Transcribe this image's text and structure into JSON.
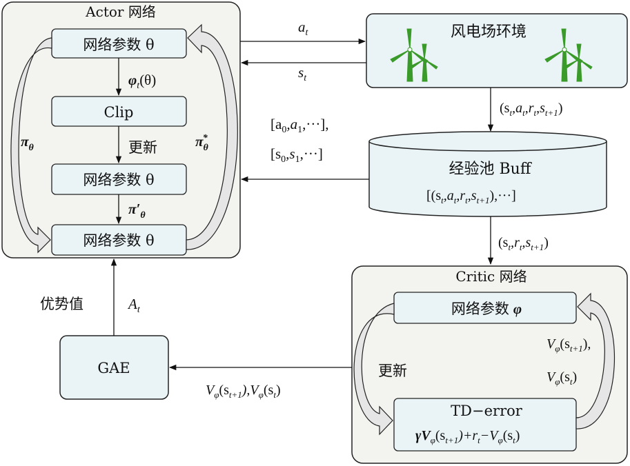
{
  "actor": {
    "title": "Actor 网络",
    "param_top": "网络参数 θ",
    "clip": "Clip",
    "param_mid": "网络参数 θ",
    "param_bottom": "网络参数 θ",
    "label_phi": "φ",
    "label_phi_sub": "t",
    "label_phi_arg": "(θ)",
    "label_update": "更新",
    "label_pi_prime": "π′",
    "label_pi_prime_sub": "θ",
    "label_pi_theta": "π",
    "label_pi_theta_sub": "θ",
    "label_pi_star": "π",
    "label_pi_star_sub": "θ",
    "label_pi_star_sup": "*"
  },
  "environment": {
    "title": "风电场环境",
    "action": "a",
    "action_sub": "t",
    "state": "s",
    "state_sub": "t",
    "transition": "(s",
    "transition_rest": ",a",
    "transition_r": ",r",
    "transition_s": ",s",
    "transition_end": ")",
    "sub_t": "t",
    "sub_t1": "t+1"
  },
  "buffer": {
    "title": "经验池 Buff",
    "content": "[(s",
    "content_rest": ",a",
    "content_r": ",r",
    "content_s": ",s",
    "content_end": "),···]",
    "sample_actions_open": "[a",
    "sample_actions_comma": ",a",
    "sample_actions_end": ",···],",
    "sample_states_open": "[s",
    "sample_states_comma": ",s",
    "sample_states_end": ",···]",
    "sub_0": "0",
    "sub_1": "1"
  },
  "critic": {
    "title": "Critic 网络",
    "param": "网络参数",
    "param_sym": "φ",
    "update": "更新",
    "td_title": "TD−error",
    "td_formula_gamma": "γV",
    "td_formula_mid": "(s",
    "td_formula_plus": ")+r",
    "td_formula_minus": "−V",
    "td_formula_end": "(s",
    "td_formula_close": ")",
    "v_next_a": "V",
    "v_next_b": "(s",
    "v_next_c": "),",
    "v_cur_a": "V",
    "v_cur_b": "(s",
    "v_cur_c": ")",
    "sub_phi": "φ",
    "sub_t": "t",
    "sub_t1": "t+1",
    "transition": "(s",
    "transition_r": ",r",
    "transition_s": ",s",
    "transition_end": ")"
  },
  "gae": {
    "title": "GAE",
    "advantage_label": "优势值",
    "advantage_sym": "A",
    "advantage_sub": "t",
    "values_a": "V",
    "values_b": "(s",
    "values_c": "),V",
    "values_d": "(s",
    "values_e": ")"
  },
  "colors": {
    "container_fill": "#f3f3f0",
    "box_fill": "#eaf4f6",
    "stroke": "#222222",
    "turbine": "#3a9a2a",
    "curved_arrow_fill": "#e6e6e6"
  }
}
